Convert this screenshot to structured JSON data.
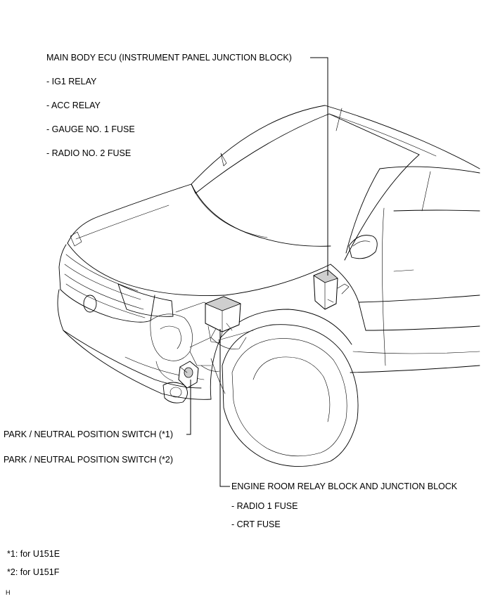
{
  "callouts": {
    "main_body_ecu": {
      "title": "MAIN BODY ECU (INSTRUMENT PANEL JUNCTION BLOCK)",
      "items": [
        "- IG1 RELAY",
        "- ACC RELAY",
        "- GAUGE NO. 1 FUSE",
        "- RADIO NO. 2 FUSE"
      ]
    },
    "pnp_switch_1": "PARK / NEUTRAL POSITION SWITCH (*1)",
    "pnp_switch_2": "PARK / NEUTRAL POSITION SWITCH (*2)",
    "engine_room_block": {
      "title": "ENGINE ROOM RELAY BLOCK AND JUNCTION BLOCK",
      "items": [
        "- RADIO 1 FUSE",
        "- CRT FUSE"
      ]
    }
  },
  "footnotes": [
    "*1: for U151E",
    "*2: for U151F"
  ],
  "corner_mark": "H"
}
